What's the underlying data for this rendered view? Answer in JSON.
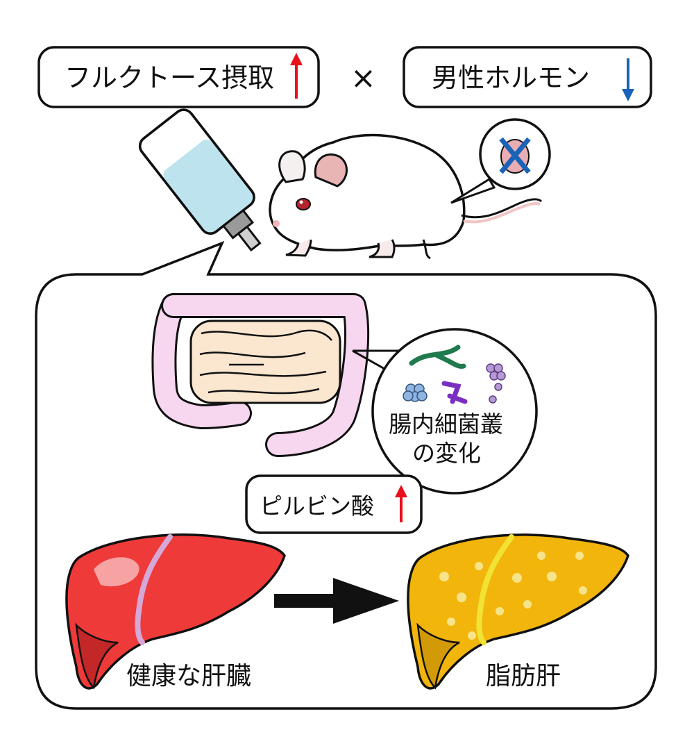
{
  "top": {
    "left_box_text": "フルクトース摂取",
    "times_symbol": "×",
    "right_box_text": "男性ホルモン",
    "fructose_arrow": "up",
    "hormone_arrow": "down"
  },
  "gut": {
    "label_line1": "腸内細菌叢",
    "label_line2": "の変化"
  },
  "pyruvate": {
    "label": "ピルビン酸",
    "arrow": "up"
  },
  "livers": {
    "healthy_label": "健康な肝臓",
    "fatty_label": "脂肪肝"
  },
  "colors": {
    "up_arrow": "#e8111b",
    "down_arrow": "#1a63b8",
    "healthy_liver": "#ef3a3a",
    "fatty_liver": "#f2b50c",
    "intestine": "#f7d6ef",
    "small_intestine": "#fbe6cf",
    "outline": "#111111"
  }
}
